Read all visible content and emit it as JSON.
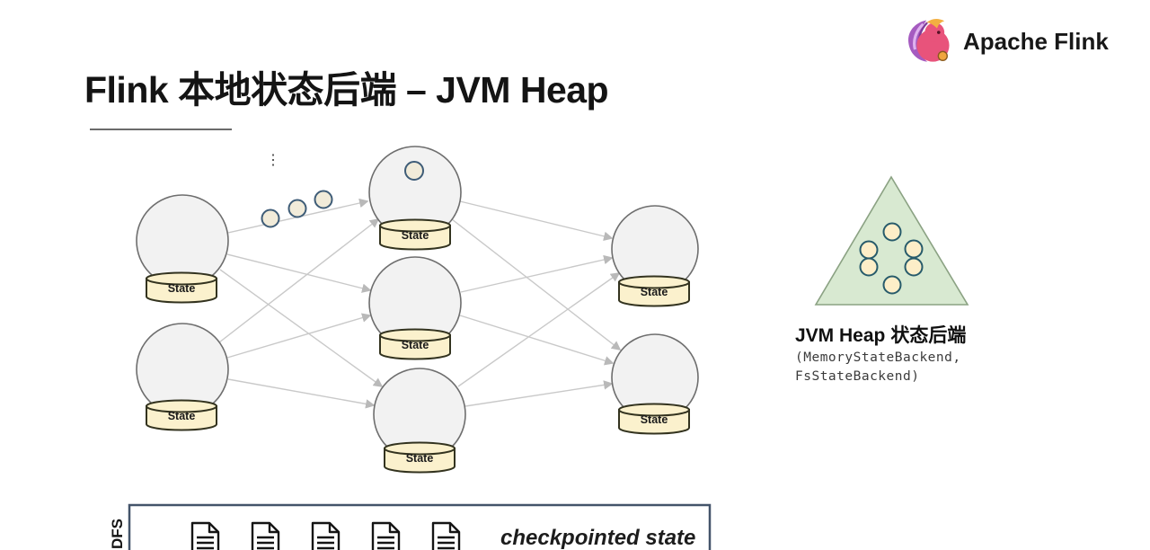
{
  "brand": {
    "name": "Apache Flink"
  },
  "slide": {
    "title": "Flink 本地状态后端 – JVM Heap"
  },
  "diagram": {
    "ellipsis": "⋮",
    "nodes": [
      {
        "id": "source-task-1",
        "state_label": "State"
      },
      {
        "id": "source-task-2",
        "state_label": "State"
      },
      {
        "id": "middle-task-1",
        "state_label": "State"
      },
      {
        "id": "middle-task-2",
        "state_label": "State"
      },
      {
        "id": "middle-task-3",
        "state_label": "State"
      },
      {
        "id": "sink-task-1",
        "state_label": "State"
      },
      {
        "id": "sink-task-2",
        "state_label": "State"
      }
    ]
  },
  "backend": {
    "title_latin": "JVM Heap",
    "title_cn": "状态后端",
    "code_line1": "(MemoryStateBackend,",
    "code_line2": "FsStateBackend)"
  },
  "checkpoint": {
    "label": "checkpointed state",
    "storage_label": "DFS"
  },
  "colors": {
    "node_fill": "#f2f2f2",
    "node_stroke": "#6e6e6e",
    "state_fill": "#fbf1cd",
    "state_stroke": "#33331f",
    "arrow": "#c9c9c9",
    "arrowhead": "#b9b9b9",
    "record_fill": "#f1ebd9",
    "record_stroke": "#3e5c77",
    "heap_triangle_fill": "#d8e9d1",
    "heap_triangle_stroke": "#8ba283",
    "heap_circle_fill": "#fdeec8",
    "heap_circle_stroke": "#275b6b",
    "checkpoint_box_border": "#44546a"
  }
}
